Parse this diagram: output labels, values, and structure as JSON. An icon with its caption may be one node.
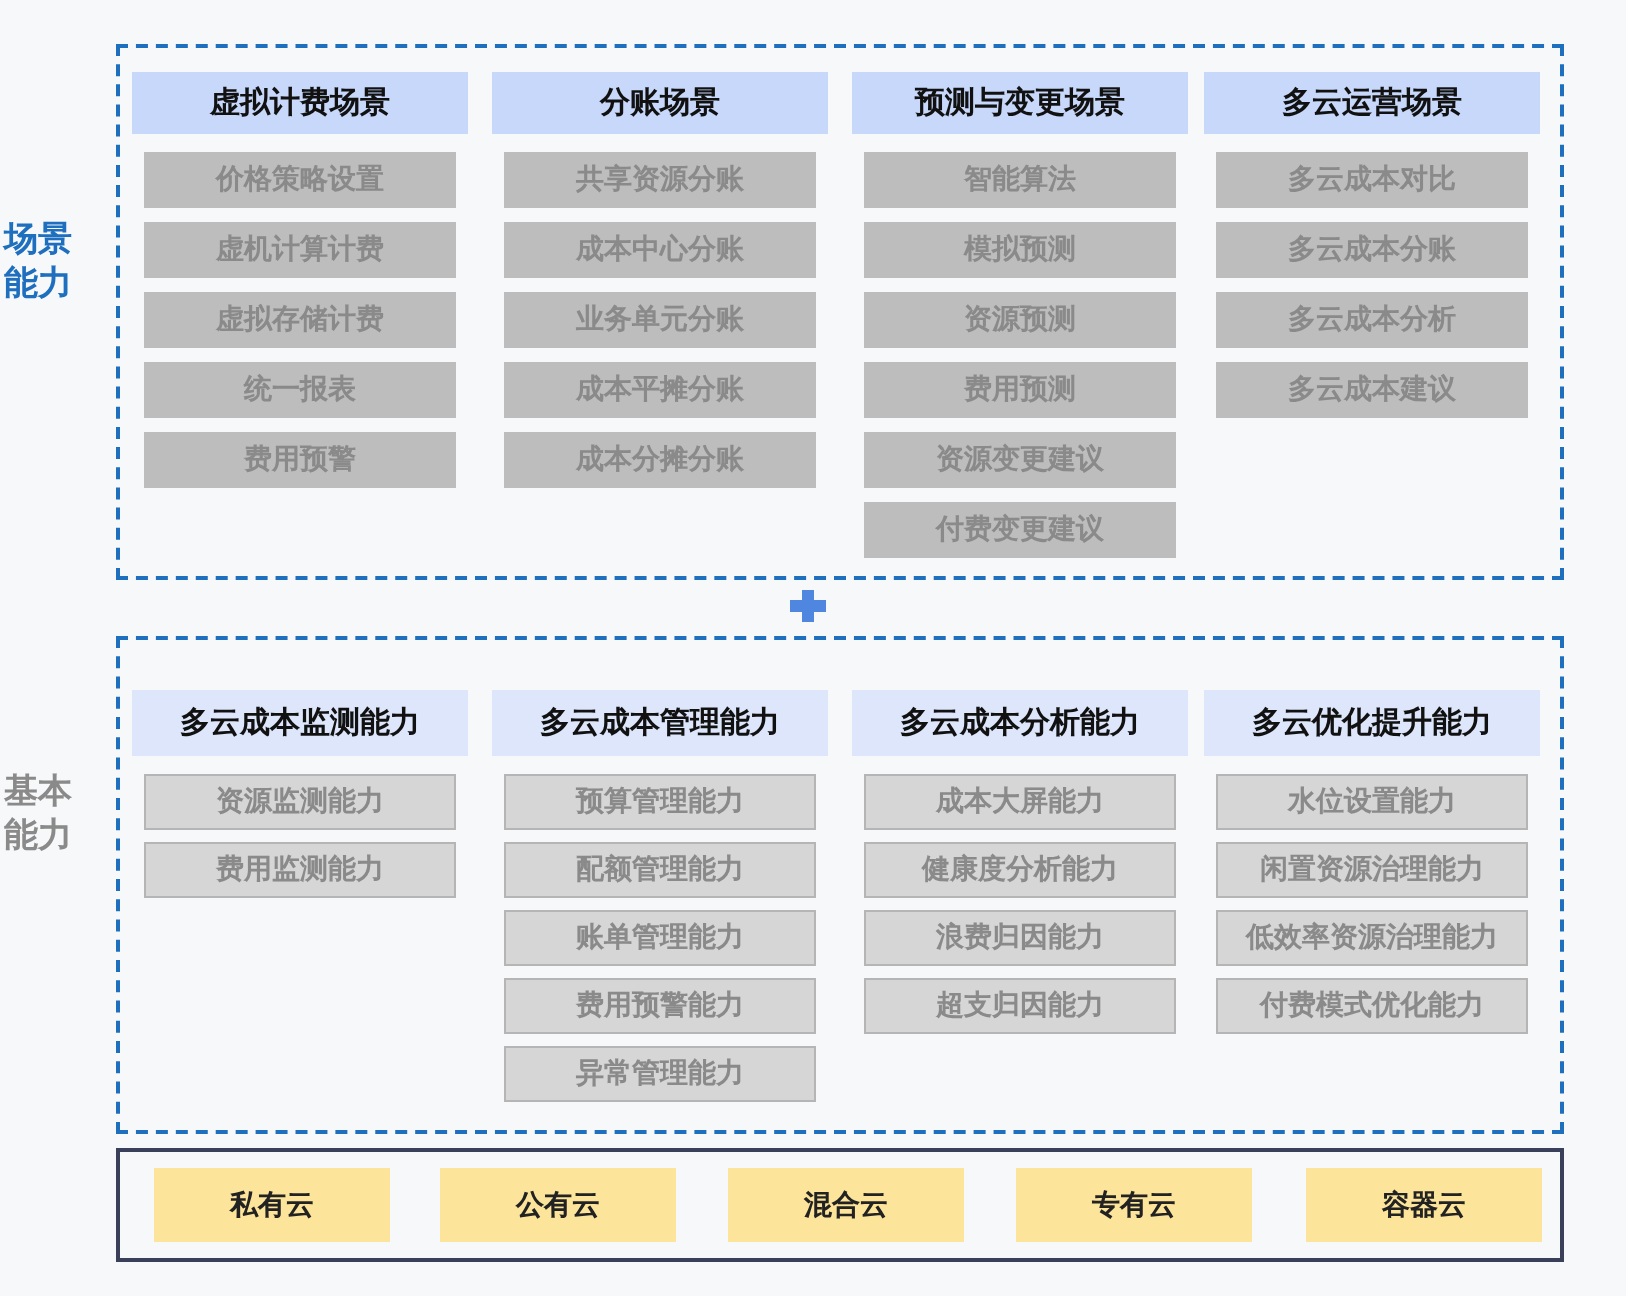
{
  "diagram": {
    "nodes": [
      {
        "text": [
          "场景能力"
        ]
      },
      {
        "text": [
          "虚拟计费场景"
        ],
        "in": 0
      },
      {
        "text": [
          "价格策略设置"
        ],
        "in": 0
      },
      {
        "text": [
          "虚机计算计费"
        ],
        "in": 0
      },
      {
        "text": [
          "虚拟存储计费"
        ],
        "in": 0
      },
      {
        "text": [
          "统一报表"
        ],
        "in": 0
      },
      {
        "text": [
          "费用预警"
        ],
        "in": 0
      },
      {
        "text": [
          "分账场景"
        ],
        "in": 0
      },
      {
        "text": [
          "共享资源分账"
        ],
        "in": 0
      },
      {
        "text": [
          "成本中心分账"
        ],
        "in": 0
      },
      {
        "text": [
          "业务单元分账"
        ],
        "in": 0
      },
      {
        "text": [
          "成本平摊分账"
        ],
        "in": 0
      },
      {
        "text": [
          "成本分摊分账"
        ],
        "in": 0
      },
      {
        "text": [
          "预测与变更场景"
        ],
        "in": 0
      },
      {
        "text": [
          "智能算法"
        ],
        "in": 0
      },
      {
        "text": [
          "模拟预测"
        ],
        "in": 0
      },
      {
        "text": [
          "资源预测"
        ],
        "in": 0
      },
      {
        "text": [
          "费用预测"
        ],
        "in": 0
      },
      {
        "text": [
          "资源变更建议"
        ],
        "in": 0
      },
      {
        "text": [
          "付费变更建议"
        ],
        "in": 0
      },
      {
        "text": [
          "多云运营场景"
        ],
        "in": 0
      },
      {
        "text": [
          "多云成本对比"
        ],
        "in": 0
      },
      {
        "text": [
          "多云成本分账"
        ],
        "in": 0
      },
      {
        "text": [
          "多云成本分析"
        ],
        "in": 0
      },
      {
        "text": [
          "多云成本建议"
        ],
        "in": 0
      },
      {
        "text": [
          "基本能力"
        ]
      },
      {
        "text": [
          "多云成本监测能力"
        ],
        "in": 25
      },
      {
        "text": [
          "资源监测能力"
        ],
        "in": 25
      },
      {
        "text": [
          "费用监测能力"
        ],
        "in": 25
      },
      {
        "text": [
          "多云成本管理能力"
        ],
        "in": 25
      },
      {
        "text": [
          "预算管理能力"
        ],
        "in": 25
      },
      {
        "text": [
          "配额管理能力"
        ],
        "in": 25
      },
      {
        "text": [
          "账单管理能力"
        ],
        "in": 25
      },
      {
        "text": [
          "费用预警能力"
        ],
        "in": 25
      },
      {
        "text": [
          "异常管理能力"
        ],
        "in": 25
      },
      {
        "text": [
          "多云成本分析能力"
        ],
        "in": 25
      },
      {
        "text": [
          "成本大屏能力"
        ],
        "in": 25
      },
      {
        "text": [
          "健康度分析能力"
        ],
        "in": 25
      },
      {
        "text": [
          "浪费归因能力"
        ],
        "in": 25
      },
      {
        "text": [
          "超支归因能力"
        ],
        "in": 25
      },
      {
        "text": [
          "多云优化提升能力"
        ],
        "in": 25
      },
      {
        "text": [
          "水位设置能力"
        ],
        "in": 25
      },
      {
        "text": [
          "闲置资源治理能力"
        ],
        "in": 25
      },
      {
        "text": [
          "低效率资源治理能力"
        ],
        "in": 25
      },
      {
        "text": [
          "付费模式优化能力"
        ],
        "in": 25
      },
      {
        "text": [],
        "shape": "box"
      },
      {
        "text": [
          "私有云"
        ],
        "in": 45
      },
      {
        "text": [
          "公有云"
        ],
        "in": 45
      },
      {
        "text": [
          "混合云"
        ],
        "in": 45
      },
      {
        "text": [
          "专有云"
        ],
        "in": 45
      },
      {
        "text": [
          "容器云"
        ],
        "in": 45
      }
    ]
  }
}
